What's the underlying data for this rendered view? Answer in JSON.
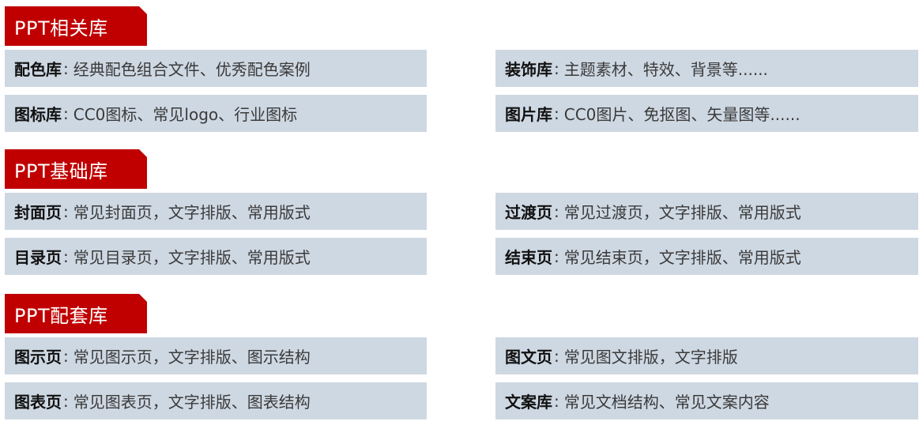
{
  "sections": [
    {
      "title": "PPT相关库",
      "rows": [
        {
          "left": {
            "label": "配色库",
            "separator": ":",
            "desc": "经典配色组合文件、优秀配色案例"
          },
          "right": {
            "label": "装饰库",
            "separator": ":",
            "desc": "主题素材、特效、背景等......"
          }
        },
        {
          "left": {
            "label": "图标库",
            "separator": ":",
            "desc": "CC0图标、常见logo、行业图标"
          },
          "right": {
            "label": "图片库",
            "separator": ":",
            "desc": "CC0图片、免抠图、矢量图等......"
          }
        }
      ]
    },
    {
      "title": "PPT基础库",
      "rows": [
        {
          "left": {
            "label": "封面页",
            "separator": ":",
            "desc": "常见封面页，文字排版、常用版式"
          },
          "right": {
            "label": "过渡页",
            "separator": ":",
            "desc": "常见过渡页，文字排版、常用版式"
          }
        },
        {
          "left": {
            "label": "目录页",
            "separator": ":",
            "desc": "常见目录页，文字排版、常用版式"
          },
          "right": {
            "label": "结束页",
            "separator": ":",
            "desc": "常见结束页，文字排版、常用版式"
          }
        }
      ]
    },
    {
      "title": "PPT配套库",
      "rows": [
        {
          "left": {
            "label": "图示页",
            "separator": ":",
            "desc": "常见图示页，文字排版、图示结构"
          },
          "right": {
            "label": "图文页",
            "separator": ":",
            "desc": "常见图文排版，文字排版"
          }
        },
        {
          "left": {
            "label": "图表页",
            "separator": ":",
            "desc": "常见图表页，文字排版、图表结构"
          },
          "right": {
            "label": "文案库",
            "separator": ":",
            "desc": "常见文档结构、常见文案内容"
          }
        }
      ]
    }
  ],
  "colors": {
    "header_bg": "#C00000",
    "header_text": "#FFFFFF",
    "row_bg": "#CED8E3",
    "label_text": "#111111",
    "desc_text": "#3A3A3A"
  }
}
